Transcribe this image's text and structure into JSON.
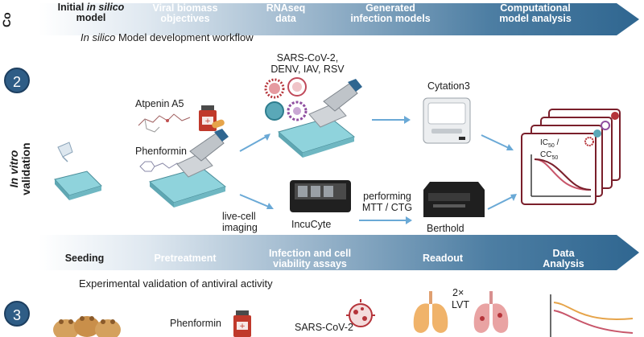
{
  "section_top": {
    "left_clipped_label": "Co",
    "steps": [
      "Initial in silico model",
      "Viral biomass objectives",
      "RNAseq data",
      "Generated infection models",
      "Computational model analysis"
    ],
    "step_parts": {
      "s1a": "Initial ",
      "s1b": "in silico",
      "s1c": "model",
      "s2a": "Viral biomass",
      "s2b": "objectives",
      "s3a": "RNAseq",
      "s3b": "data",
      "s4a": "Generated",
      "s4b": "infection models",
      "s5a": "Computational",
      "s5b": "model analysis"
    },
    "caption_italic": "In silico",
    "caption_rest": " Model development workflow"
  },
  "section_2": {
    "number": "2",
    "side_label_italic": "In vitro",
    "side_label_rest": "validation",
    "drug_1": "Atpenin A5",
    "drug_2": "Phenformin",
    "viruses_line1": "SARS-CoV-2,",
    "viruses_line2": "DENV, IAV, RSV",
    "instrument_1": "Cytation3",
    "instrument_2": "IncuCyte",
    "instrument_3": "Berthold",
    "live_cell_1": "live-cell",
    "live_cell_2": "imaging",
    "performing_1": "performing",
    "performing_2": "MTT / CTG",
    "ic50_1": "IC",
    "ic50_sub": "50",
    "ic50_slash": " /",
    "cc50_1": "CC",
    "cc50_sub": "50"
  },
  "section_mid": {
    "steps": {
      "s1": "Seeding",
      "s2": "Pretreatment",
      "s3a": "Infection and cell",
      "s3b": "viability assays",
      "s4": "Readout",
      "s5a": "Data",
      "s5b": "Analysis"
    },
    "caption": "Experimental validation of antiviral activity"
  },
  "section_3": {
    "number": "3",
    "drug": "Phenformin",
    "virus": "SARS-CoV-2",
    "multiplier": "2×",
    "lvt": "LVT"
  },
  "colors": {
    "arrow_dark": "#2f6690",
    "badge": "#2f5d86",
    "plate": "#8fd3dc",
    "virus_red": "#b5343a",
    "drug_red": "#c0392b",
    "flow_arrow": "#6aa9d6",
    "curve_dark": "#7a1f2b",
    "curve_light": "#c8566a"
  }
}
